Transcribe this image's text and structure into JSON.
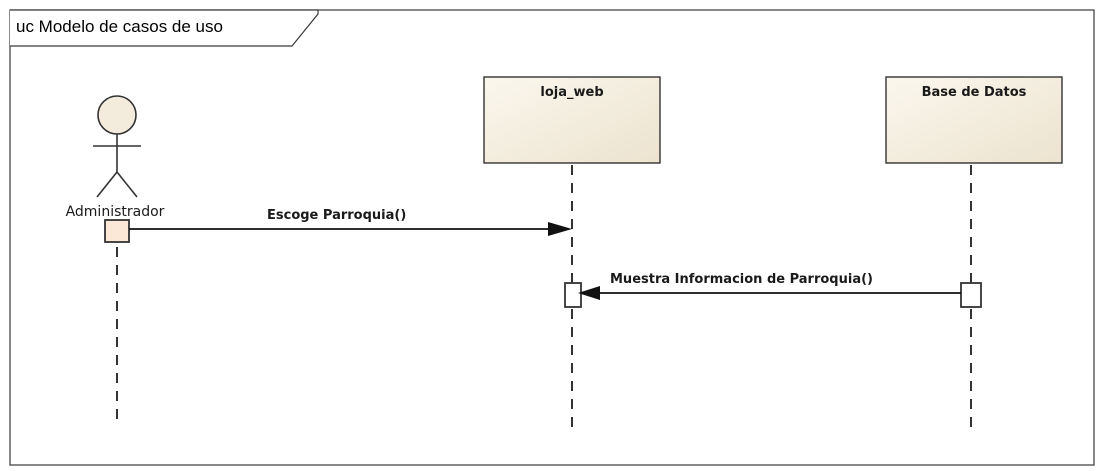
{
  "frame": {
    "title": "uc Modelo de casos de uso"
  },
  "actor": {
    "name": "Administrador"
  },
  "lifelines": [
    {
      "name": "loja_web"
    },
    {
      "name": "Base de Datos"
    }
  ],
  "messages": [
    {
      "label": "Escoge Parroquia()",
      "from": "Administrador",
      "to": "loja_web"
    },
    {
      "label": "Muestra Informacion de Parroquia()",
      "from": "Base de Datos",
      "to": "loja_web"
    }
  ],
  "colors": {
    "lifeline_box_fill": "#f3ecdd",
    "actor_head_fill": "#f3ecdd",
    "activation_fill": "#fbe8d6",
    "line": "#111111"
  }
}
